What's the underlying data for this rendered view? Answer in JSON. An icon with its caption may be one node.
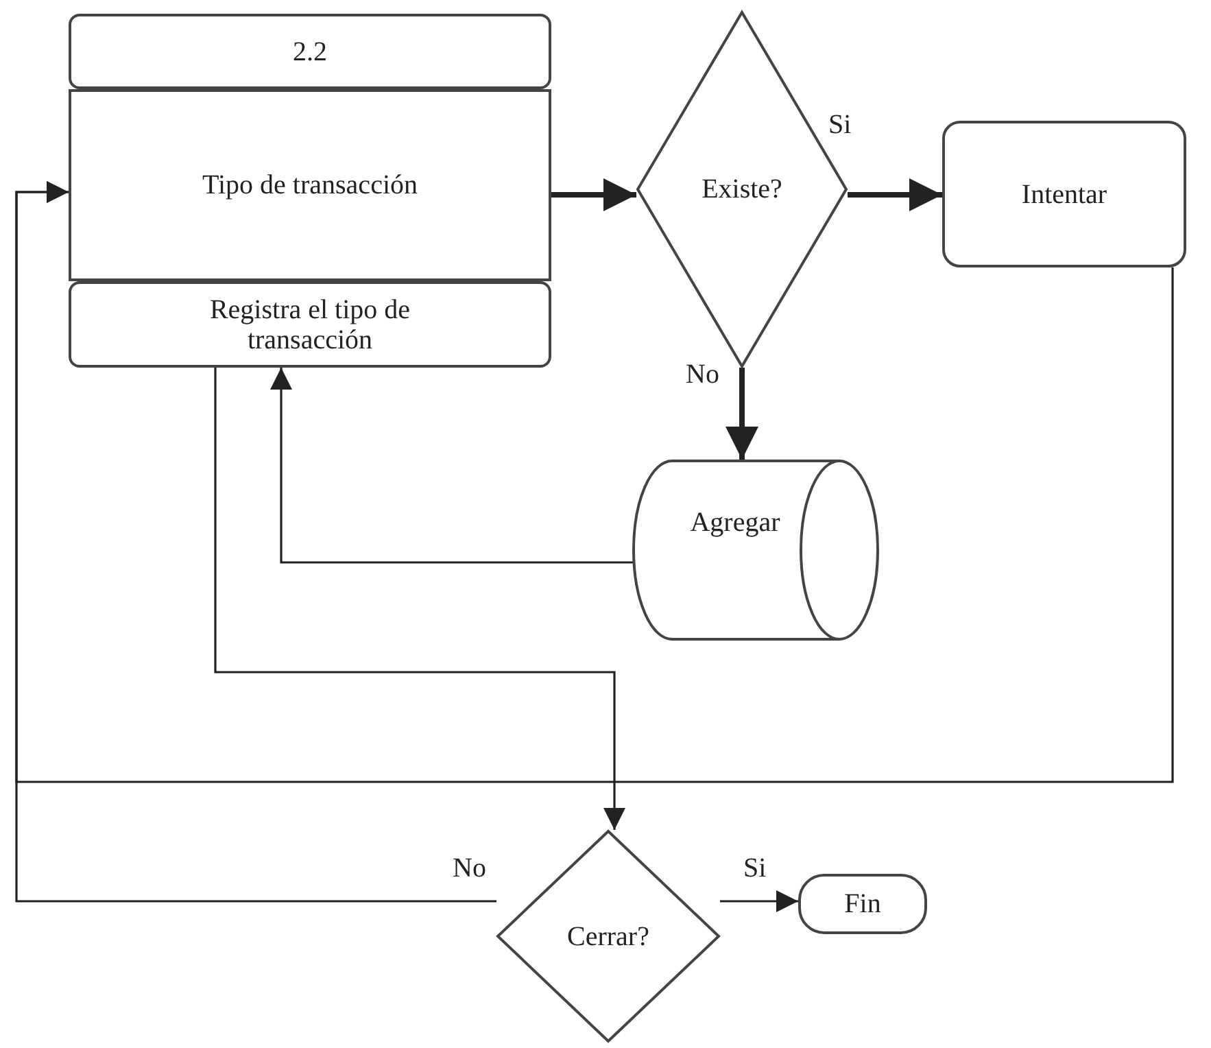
{
  "diagram": {
    "nodes": [
      {
        "text": [
          "2.2",
          "Tipo de transacción",
          "Registra el tipo de transacción"
        ]
      },
      {
        "text": [
          "Existe?"
        ]
      },
      {
        "text": [
          "Intentar"
        ]
      },
      {
        "text": [
          "Agregar"
        ]
      },
      {
        "text": [
          "Cerrar?"
        ]
      },
      {
        "text": [
          "Fin"
        ]
      }
    ],
    "edges": [
      {
        "from": 0,
        "to": 1,
        "arrow": "to",
        "style": "thick"
      },
      {
        "from": 1,
        "to": 2,
        "arrow": "to",
        "style": "thick",
        "label": "Si"
      },
      {
        "from": 1,
        "to": 3,
        "arrow": "to",
        "style": "thick",
        "label": "No"
      },
      {
        "from": 3,
        "to": 0,
        "arrow": "to"
      },
      {
        "from": 0,
        "to": 4,
        "arrow": "to"
      },
      {
        "from": 2,
        "to": 0,
        "arrow": "to"
      },
      {
        "from": 4,
        "to": 0,
        "arrow": "to",
        "label": "No"
      },
      {
        "from": 4,
        "to": 5,
        "arrow": "to",
        "label": "Si"
      }
    ]
  }
}
